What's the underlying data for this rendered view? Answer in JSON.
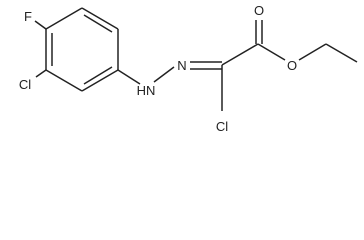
{
  "molecule": {
    "atoms": {
      "F": "F",
      "Cl_ring": "Cl",
      "NH": "HN",
      "N": "N",
      "Cl_chain": "Cl",
      "O_carbonyl": "O",
      "O_ester": "O"
    }
  }
}
